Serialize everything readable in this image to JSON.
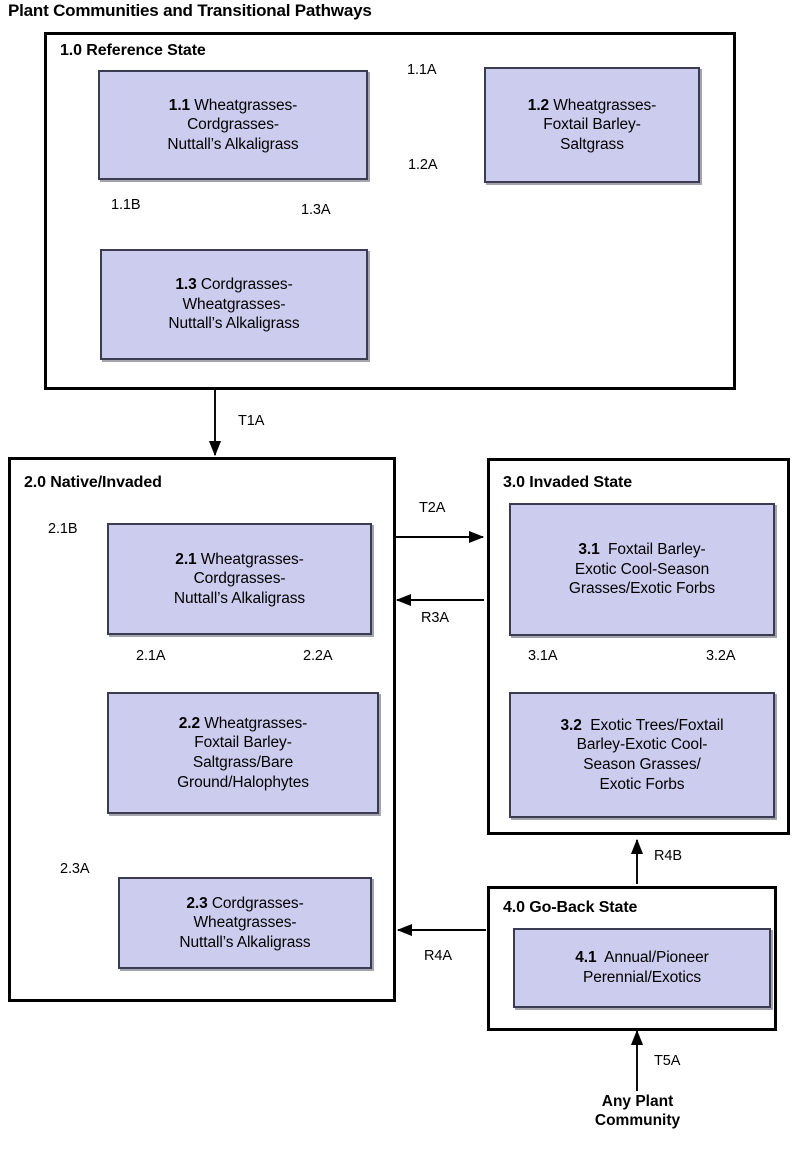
{
  "title": "Plant Communities and Transitional Pathways",
  "colors": {
    "community_fill": "#ccccee",
    "community_border": "#3b3b52",
    "state_border": "#000000",
    "text": "#000000",
    "background": "#ffffff"
  },
  "states": [
    {
      "id": "1.0",
      "label": "1.0 Reference State",
      "communities": [
        {
          "id": "1.1",
          "num": "1.1",
          "name": "Wheatgrasses-Cordgrasses-Nuttall’s Alkaligrass",
          "lines": [
            "Wheatgrasses-",
            "Cordgrasses-",
            "Nuttall’s Alkaligrass"
          ]
        },
        {
          "id": "1.2",
          "num": "1.2",
          "name": "Wheatgrasses-Foxtail Barley-Saltgrass",
          "lines": [
            "Wheatgrasses-",
            "Foxtail Barley-",
            "Saltgrass"
          ]
        },
        {
          "id": "1.3",
          "num": "1.3",
          "name": "Cordgrasses-Wheatgrasses-Nuttall’s Alkaligrass",
          "lines": [
            "Cordgrasses-",
            "Wheatgrasses-",
            "Nuttall’s Alkaligrass"
          ]
        }
      ]
    },
    {
      "id": "2.0",
      "label": "2.0 Native/Invaded",
      "communities": [
        {
          "id": "2.1",
          "num": "2.1",
          "name": "Wheatgrasses-Cordgrasses-Nuttall’s Alkaligrass",
          "lines": [
            "Wheatgrasses-",
            "Cordgrasses-",
            "Nuttall’s Alkaligrass"
          ]
        },
        {
          "id": "2.2",
          "num": "2.2",
          "name": "Wheatgrasses-Foxtail Barley-Saltgrass/Bare Ground/Halophytes",
          "lines": [
            "Wheatgrasses-",
            "Foxtail Barley-",
            "Saltgrass/Bare",
            "Ground/Halophytes"
          ]
        },
        {
          "id": "2.3",
          "num": "2.3",
          "name": "Cordgrasses-Wheatgrasses-Nuttall’s Alkaligrass",
          "lines": [
            "Cordgrasses-",
            "Wheatgrasses-",
            "Nuttall’s Alkaligrass"
          ]
        }
      ]
    },
    {
      "id": "3.0",
      "label": "3.0 Invaded State",
      "communities": [
        {
          "id": "3.1",
          "num": "3.1",
          "name": "Foxtail Barley-Exotic Cool-Season Grasses/Exotic Forbs",
          "lines": [
            "Foxtail Barley-",
            "Exotic Cool-Season",
            "Grasses/Exotic Forbs"
          ]
        },
        {
          "id": "3.2",
          "num": "3.2",
          "name": "Exotic Trees/Foxtail Barley-Exotic Cool-Season Grasses/Exotic Forbs",
          "lines": [
            "Exotic Trees/Foxtail",
            "Barley-Exotic Cool-",
            "Season Grasses/",
            "Exotic Forbs"
          ]
        }
      ]
    },
    {
      "id": "4.0",
      "label": "4.0 Go-Back State",
      "communities": [
        {
          "id": "4.1",
          "num": "4.1",
          "name": "Annual/Pioneer Perennial/Exotics",
          "lines": [
            "Annual/Pioneer",
            "Perennial/Exotics"
          ]
        }
      ]
    }
  ],
  "external_nodes": [
    {
      "id": "any-plant-community",
      "lines": [
        "Any Plant",
        "Community"
      ]
    }
  ],
  "pathways": [
    {
      "id": "1.1A",
      "label": "1.1A",
      "from": "1.1",
      "to": "1.2",
      "kind": "community-pathway"
    },
    {
      "id": "1.2A",
      "label": "1.2A",
      "from": "1.2",
      "to": "1.1",
      "kind": "community-pathway"
    },
    {
      "id": "1.1B",
      "label": "1.1B",
      "from": "1.1",
      "to": "1.3",
      "kind": "community-pathway"
    },
    {
      "id": "1.3A",
      "label": "1.3A",
      "from": "1.3",
      "to": "1.1",
      "kind": "community-pathway"
    },
    {
      "id": "T1A",
      "label": "T1A",
      "from": "1.0",
      "to": "2.0",
      "kind": "transition"
    },
    {
      "id": "2.1B",
      "label": "2.1B",
      "from": "2.1",
      "to": "2.3",
      "kind": "community-pathway"
    },
    {
      "id": "2.3A",
      "label": "2.3A",
      "from": "2.3",
      "to": "2.1",
      "kind": "community-pathway"
    },
    {
      "id": "2.1A",
      "label": "2.1A",
      "from": "2.1",
      "to": "2.2",
      "kind": "community-pathway"
    },
    {
      "id": "2.2A",
      "label": "2.2A",
      "from": "2.2",
      "to": "2.1",
      "kind": "community-pathway"
    },
    {
      "id": "T2A",
      "label": "T2A",
      "from": "2.0",
      "to": "3.0",
      "kind": "transition"
    },
    {
      "id": "R3A",
      "label": "R3A",
      "from": "3.0",
      "to": "2.0",
      "kind": "restoration"
    },
    {
      "id": "3.1A",
      "label": "3.1A",
      "from": "3.1",
      "to": "3.2",
      "kind": "community-pathway"
    },
    {
      "id": "3.2A",
      "label": "3.2A",
      "from": "3.2",
      "to": "3.1",
      "kind": "community-pathway"
    },
    {
      "id": "R4A",
      "label": "R4A",
      "from": "4.0",
      "to": "2.3",
      "kind": "restoration"
    },
    {
      "id": "R4B",
      "label": "R4B",
      "from": "4.0",
      "to": "3.2",
      "kind": "restoration"
    },
    {
      "id": "T5A",
      "label": "T5A",
      "from": "any-plant-community",
      "to": "4.0",
      "kind": "transition"
    }
  ]
}
